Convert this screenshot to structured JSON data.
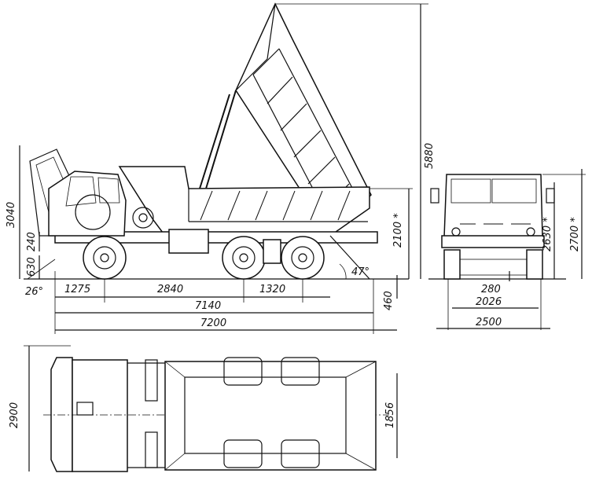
{
  "side_view": {
    "dims": {
      "height_raised": "5880",
      "height_cab": "3040",
      "height_240": "240",
      "height_630": "630",
      "angle_front": "26°",
      "wheelbase_front": "1275",
      "wheelbase_main": "2840",
      "wheelbase_rear": "1320",
      "length_overall": "7140",
      "length_total": "7200",
      "height_platform": "2100 *",
      "clearance_rear": "460",
      "angle_tip": "47°"
    }
  },
  "front_view": {
    "dims": {
      "height_2630": "2630 *",
      "height_2700": "2700 *",
      "clearance_280": "280",
      "track_2026": "2026",
      "width_2500": "2500"
    }
  },
  "top_view": {
    "dims": {
      "width_2900": "2900",
      "width_1856": "1856"
    }
  }
}
